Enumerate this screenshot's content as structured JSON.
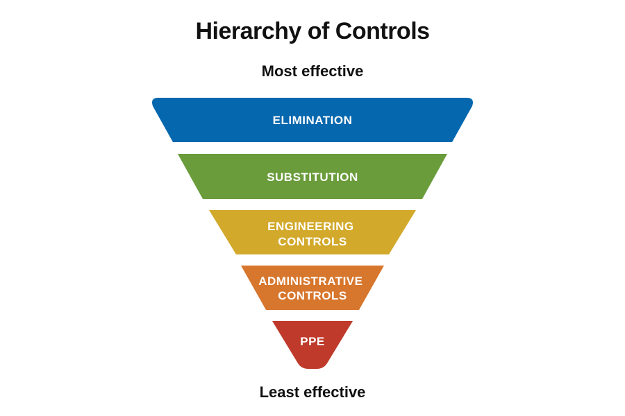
{
  "title": "Hierarchy of Controls",
  "top_caption": "Most effective",
  "bottom_caption": "Least effective",
  "tiers": [
    {
      "lines": [
        "ELIMINATION"
      ],
      "color": "#0567AE"
    },
    {
      "lines": [
        "SUBSTITUTION"
      ],
      "color": "#6A9C3B"
    },
    {
      "lines": [
        "ENGINEERING",
        "CONTROLS"
      ],
      "color": "#D2A92B"
    },
    {
      "lines": [
        "ADMINISTRATIVE",
        "CONTROLS"
      ],
      "color": "#D7762D"
    },
    {
      "lines": [
        "PPE"
      ],
      "color": "#BF3A2B"
    }
  ]
}
